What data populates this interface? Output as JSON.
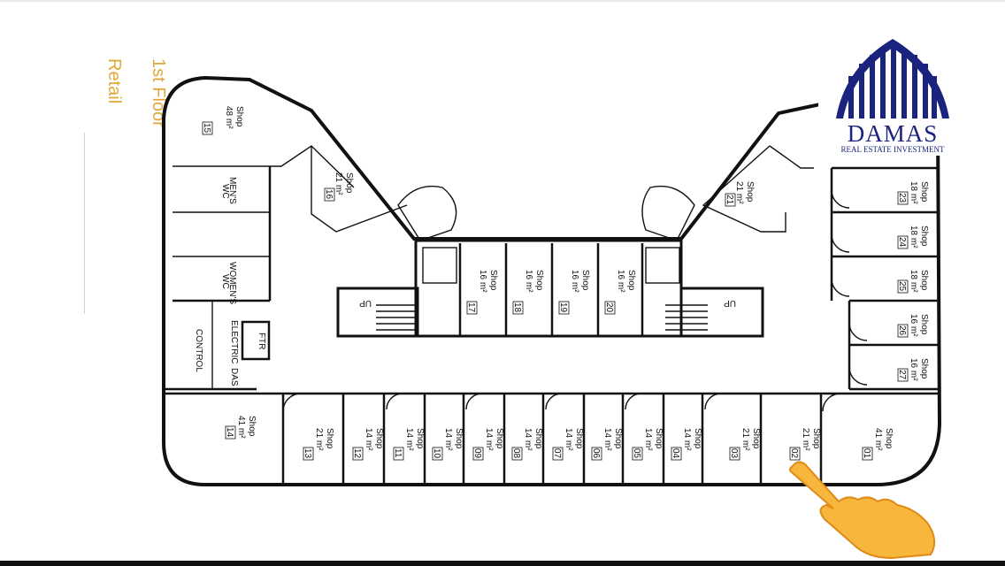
{
  "floor": {
    "title": "1st Floor",
    "subtitle": "Retail"
  },
  "logo": {
    "name": "DAMAS",
    "tagline": "REAL ESTATE INVESTMENT",
    "color": "#1a237e"
  },
  "colors": {
    "accent": "#e0a93a",
    "lines": "#111111",
    "hand": "#f6b73c"
  },
  "rooms": {
    "r15": {
      "label": "Shop",
      "area": "48 m²",
      "num": "15"
    },
    "r16": {
      "label": "Shop",
      "area": "21 m²",
      "num": "16"
    },
    "r21": {
      "label": "Shop",
      "area": "21 m²",
      "num": "21"
    },
    "r17": {
      "label": "Shop",
      "area": "16 m²",
      "num": "17"
    },
    "r18": {
      "label": "Shop",
      "area": "16 m²",
      "num": "18"
    },
    "r19": {
      "label": "Shop",
      "area": "16 m²",
      "num": "19"
    },
    "r20": {
      "label": "Shop",
      "area": "16 m²",
      "num": "20"
    },
    "r23": {
      "label": "Shop",
      "area": "18 m²",
      "num": "23"
    },
    "r24": {
      "label": "Shop",
      "area": "18 m²",
      "num": "24"
    },
    "r25": {
      "label": "Shop",
      "area": "18 m²",
      "num": "25"
    },
    "r26": {
      "label": "Shop",
      "area": "16 m²",
      "num": "26"
    },
    "r27": {
      "label": "Shop",
      "area": "16 m²",
      "num": "27"
    },
    "r14": {
      "label": "Shop",
      "area": "41 m²",
      "num": "14"
    },
    "r13": {
      "label": "Shop",
      "area": "21 m²",
      "num": "13"
    },
    "r12": {
      "label": "Shop",
      "area": "14 m²",
      "num": "12"
    },
    "r11": {
      "label": "Shop",
      "area": "14 m²",
      "num": "11"
    },
    "r10": {
      "label": "Shop",
      "area": "14 m²",
      "num": "10"
    },
    "r09": {
      "label": "Shop",
      "area": "14 m²",
      "num": "09"
    },
    "r08": {
      "label": "Shop",
      "area": "14 m²",
      "num": "08"
    },
    "r07": {
      "label": "Shop",
      "area": "14 m²",
      "num": "07"
    },
    "r06": {
      "label": "Shop",
      "area": "14 m²",
      "num": "06"
    },
    "r05": {
      "label": "Shop",
      "area": "14 m²",
      "num": "05"
    },
    "r04": {
      "label": "Shop",
      "area": "14 m²",
      "num": "04"
    },
    "r03": {
      "label": "Shop",
      "area": "21 m²",
      "num": "03"
    },
    "r02": {
      "label": "Shop",
      "area": "21 m²",
      "num": "02"
    },
    "r01": {
      "label": "Shop",
      "area": "41 m²",
      "num": "01"
    }
  },
  "services": {
    "mens_wc_1": "MEN'S",
    "mens_wc_2": "WC",
    "womens_wc_1": "WOMEN'S",
    "womens_wc_2": "WC",
    "control": "CONTROL",
    "electric": "ELECTRIC",
    "das": "DAS",
    "ftr": "FTR",
    "stair_left": "UP",
    "stair_right": "UP"
  }
}
